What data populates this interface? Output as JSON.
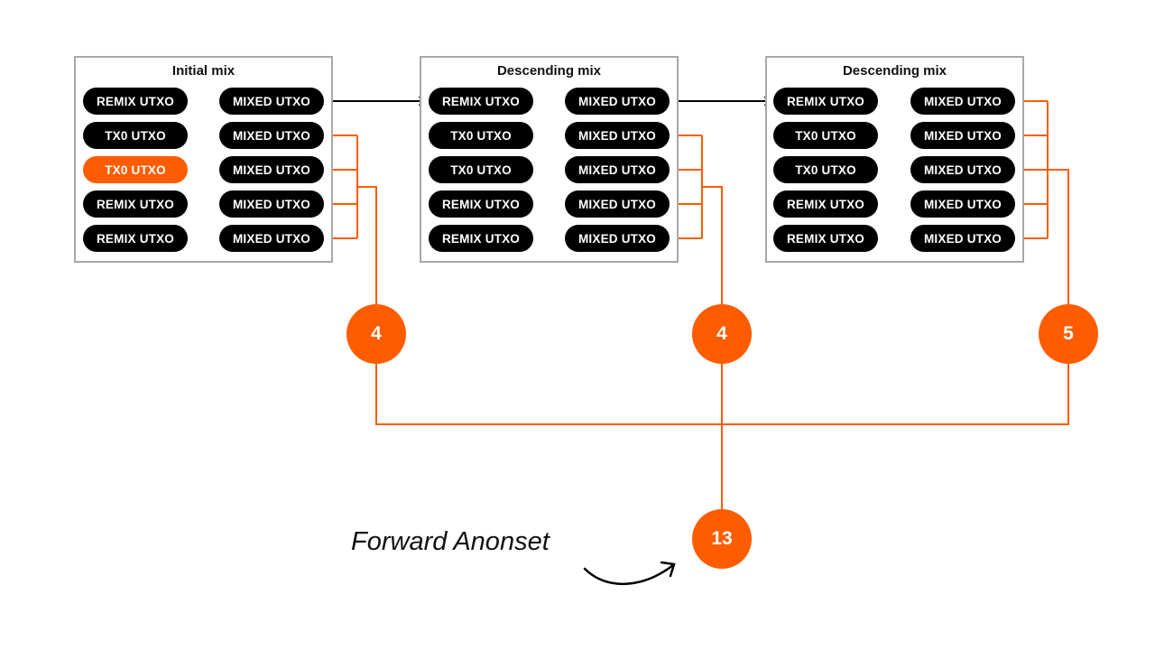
{
  "colors": {
    "accent": "#ff5c00",
    "pill": "#000000",
    "border": "#a8a8a8",
    "text": "#111111"
  },
  "mixes": [
    {
      "title": "Initial mix",
      "left": [
        {
          "label": "REMIX UTXO"
        },
        {
          "label": "TX0 UTXO"
        },
        {
          "label": "TX0 UTXO",
          "highlight": true
        },
        {
          "label": "REMIX UTXO"
        },
        {
          "label": "REMIX UTXO"
        }
      ],
      "right": [
        {
          "label": "MIXED UTXO"
        },
        {
          "label": "MIXED UTXO"
        },
        {
          "label": "MIXED UTXO"
        },
        {
          "label": "MIXED UTXO"
        },
        {
          "label": "MIXED UTXO"
        }
      ]
    },
    {
      "title": "Descending mix",
      "left": [
        {
          "label": "REMIX UTXO"
        },
        {
          "label": "TX0 UTXO"
        },
        {
          "label": "TX0 UTXO"
        },
        {
          "label": "REMIX UTXO"
        },
        {
          "label": "REMIX UTXO"
        }
      ],
      "right": [
        {
          "label": "MIXED UTXO"
        },
        {
          "label": "MIXED UTXO"
        },
        {
          "label": "MIXED UTXO"
        },
        {
          "label": "MIXED UTXO"
        },
        {
          "label": "MIXED UTXO"
        }
      ]
    },
    {
      "title": "Descending mix",
      "left": [
        {
          "label": "REMIX UTXO"
        },
        {
          "label": "TX0 UTXO"
        },
        {
          "label": "TX0 UTXO"
        },
        {
          "label": "REMIX UTXO"
        },
        {
          "label": "REMIX UTXO"
        }
      ],
      "right": [
        {
          "label": "MIXED UTXO"
        },
        {
          "label": "MIXED UTXO"
        },
        {
          "label": "MIXED UTXO"
        },
        {
          "label": "MIXED UTXO"
        },
        {
          "label": "MIXED UTXO"
        }
      ]
    }
  ],
  "counts": [
    "4",
    "4",
    "5"
  ],
  "total": "13",
  "caption": "Forward Anonset"
}
